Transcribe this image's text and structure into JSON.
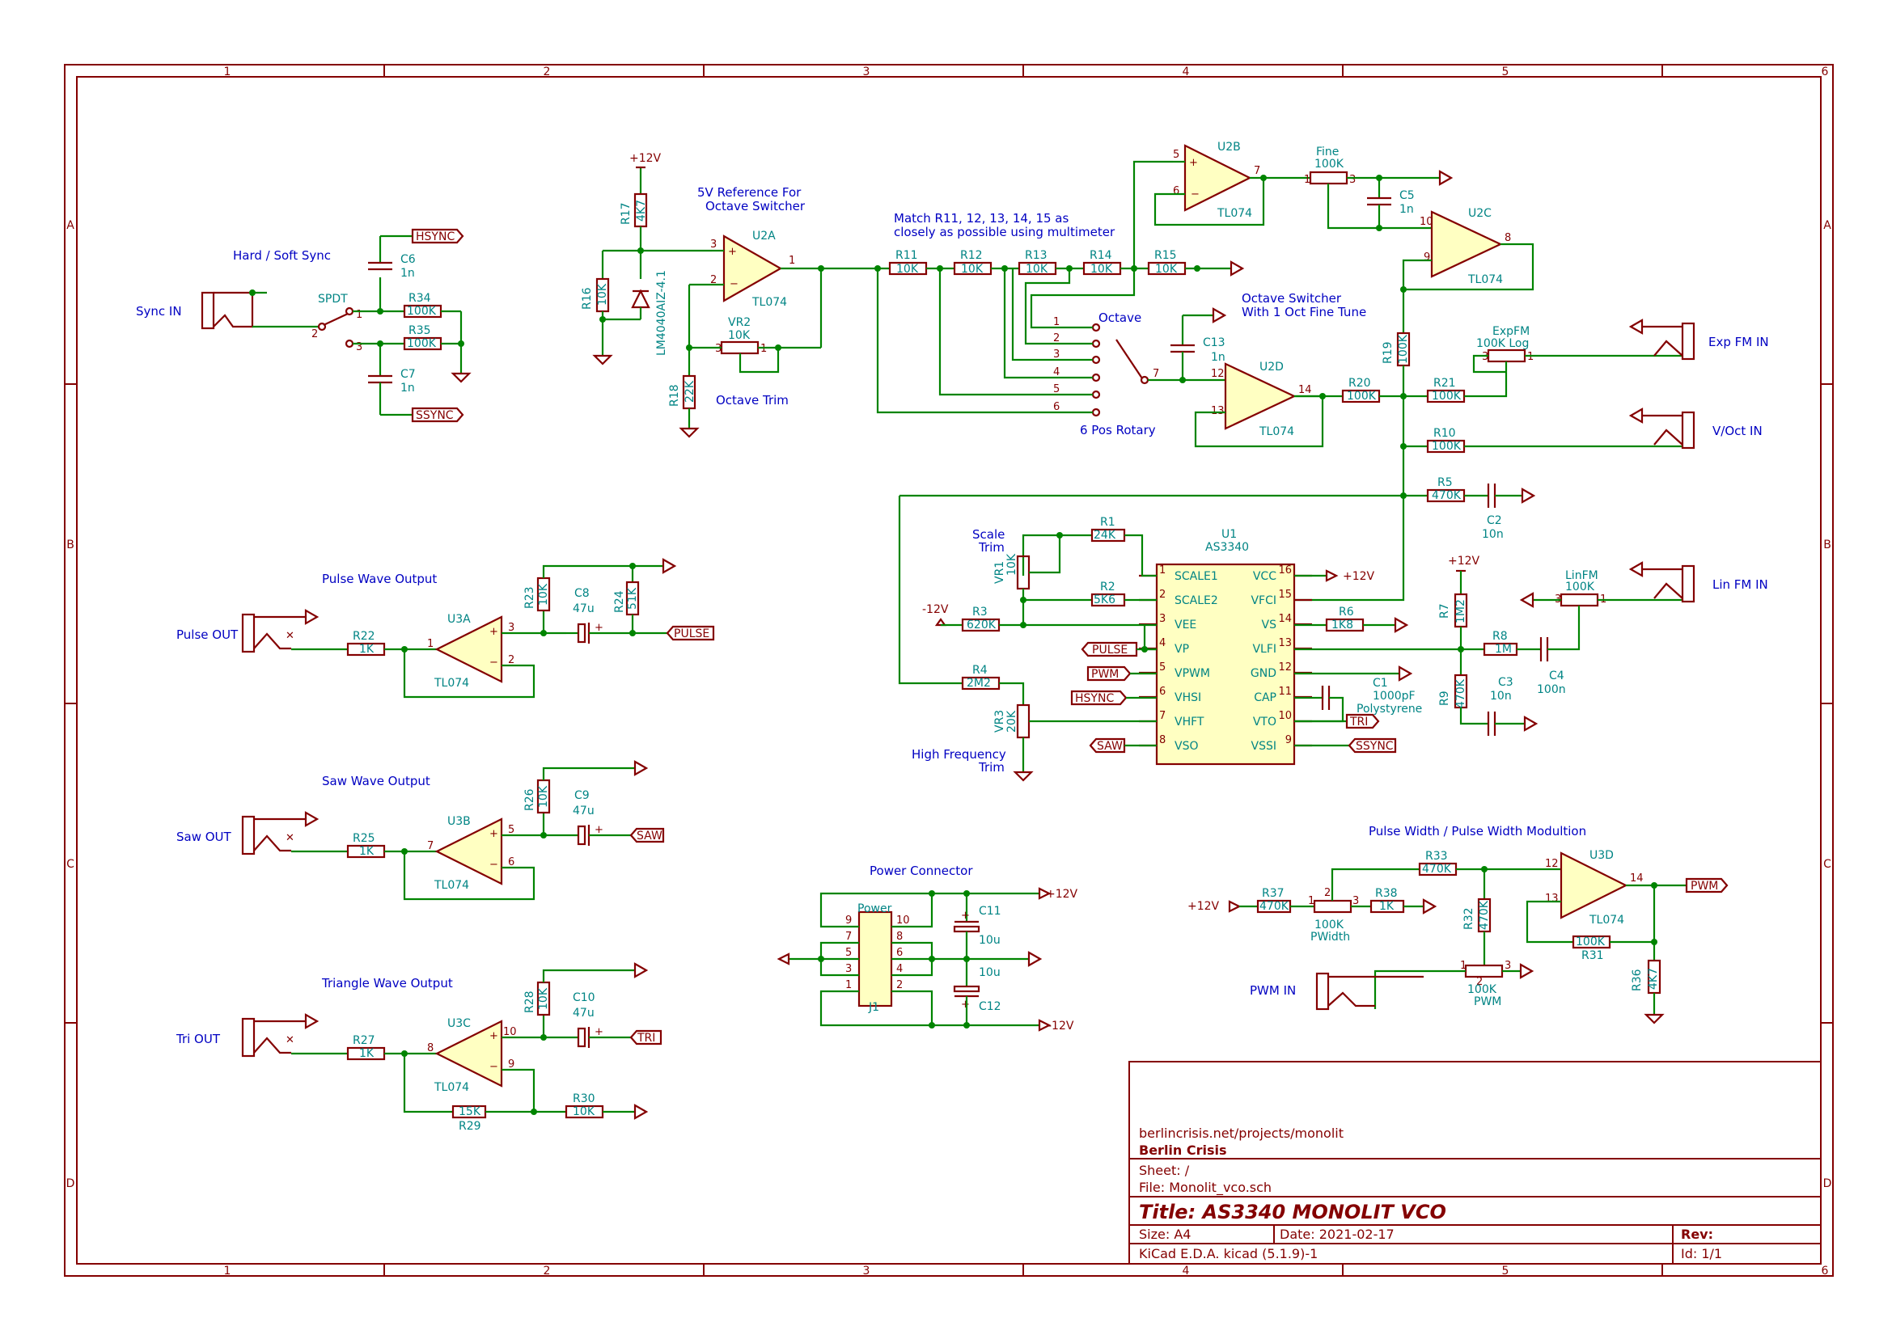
{
  "frame": {
    "columns": [
      "1",
      "2",
      "3",
      "4",
      "5",
      "6"
    ],
    "rows": [
      "A",
      "B",
      "C",
      "D"
    ]
  },
  "notes": {
    "hard_soft_sync": "Hard / Soft Sync",
    "vref": "5V Reference For",
    "vref2": "Octave Switcher",
    "match": "Match R11, 12, 13, 14, 15 as",
    "match2": "closely as possible using multimeter",
    "oct_sw": "Octave Switcher",
    "oct_sw2": "With 1 Oct Fine Tune",
    "pulse_out": "Pulse Wave Output",
    "saw_out": "Saw Wave Output",
    "tri_out": "Triangle Wave Output",
    "power_conn": "Power Connector",
    "pwm_title": "Pulse Width / Pulse Width Modultion",
    "scale_trim": "Scale",
    "scale_trim2": "Trim",
    "hf_trim": "High Frequency",
    "hf_trim2": "Trim",
    "octave_trim": "Octave Trim",
    "octave": "Octave",
    "six_pos": "6 Pos Rotary"
  },
  "jacks": {
    "sync_in": "Sync IN",
    "pulse_out": "Pulse OUT",
    "saw_out": "Saw OUT",
    "tri_out": "Tri OUT",
    "exp_fm": "Exp FM IN",
    "voct": "V/Oct IN",
    "lin_fm": "Lin FM IN",
    "pwm_in": "PWM IN"
  },
  "labels": {
    "hsync": "HSYNC",
    "ssync": "SSYNC",
    "pulse": "PULSE",
    "saw": "SAW",
    "tri": "TRI",
    "pwm": "PWM"
  },
  "power": {
    "p12": "+12V",
    "m12": "-12V"
  },
  "parts": {
    "C6": "1n",
    "C7": "1n",
    "R34": "100K",
    "R35": "100K",
    "SPDT": "SPDT",
    "R17": "4K7",
    "R16": "10K",
    "D": "LM4040AIZ-4.1",
    "VR2": "10K",
    "R18": "22K",
    "R11": "10K",
    "R12": "10K",
    "R13": "10K",
    "R14": "10K",
    "R15": "10K",
    "Fine": "100K",
    "C5": "1n",
    "C13": "1n",
    "R19": "100K",
    "R20": "100K",
    "R21": "100K",
    "ExpFM": "100K Log",
    "R10": "100K",
    "R5": "470K",
    "C2": "10n",
    "R1": "24K",
    "VR1": "10K",
    "R2": "5K6",
    "R3": "620K",
    "R4": "2M2",
    "VR3": "20K",
    "R6": "1K8",
    "R7": "1M2",
    "R8": "1M",
    "R9": "470K",
    "C3": "10n",
    "C4": "100n",
    "LinFM": "100K",
    "C1": "1000pF",
    "C1b": "Polystyrene",
    "R22": "1K",
    "R23": "10K",
    "C8": "47u",
    "R24": "51K",
    "R25": "1K",
    "R26": "10K",
    "C9": "47u",
    "R27": "1K",
    "R28": "10K",
    "C10": "47u",
    "R29": "15K",
    "R30": "10K",
    "C11": "10u",
    "C12": "10u",
    "J1": "Power",
    "R37": "470K",
    "PWidth": "100K",
    "R38": "1K",
    "R33": "470K",
    "R32": "470K",
    "PWM": "100K",
    "R31": "100K",
    "R36": "4K7",
    "TL074": "TL074"
  },
  "as3340": {
    "ref": "U1",
    "value": "AS3340",
    "left_pins": [
      {
        "num": "1",
        "name": "SCALE1"
      },
      {
        "num": "2",
        "name": "SCALE2"
      },
      {
        "num": "3",
        "name": "VEE"
      },
      {
        "num": "4",
        "name": "VP"
      },
      {
        "num": "5",
        "name": "VPWM"
      },
      {
        "num": "6",
        "name": "VHSI"
      },
      {
        "num": "7",
        "name": "VHFT"
      },
      {
        "num": "8",
        "name": "VSO"
      }
    ],
    "right_pins": [
      {
        "num": "16",
        "name": "VCC"
      },
      {
        "num": "15",
        "name": "VFCI"
      },
      {
        "num": "14",
        "name": "VS"
      },
      {
        "num": "13",
        "name": "VLFI"
      },
      {
        "num": "12",
        "name": "GND"
      },
      {
        "num": "11",
        "name": "CAP"
      },
      {
        "num": "10",
        "name": "VTO"
      },
      {
        "num": "9",
        "name": "VSSI"
      }
    ]
  },
  "title_block": {
    "url": "berlincrisis.net/projects/monolit",
    "company": "Berlin Crisis",
    "sheet": "Sheet: /",
    "file": "File: Monolit_vco.sch",
    "title": "Title: AS3340 MONOLIT VCO",
    "size": "Size: A4",
    "date": "Date: 2021-02-17",
    "rev": "Rev:",
    "tool": "KiCad E.D.A.  kicad (5.1.9)-1",
    "id": "Id: 1/1"
  }
}
